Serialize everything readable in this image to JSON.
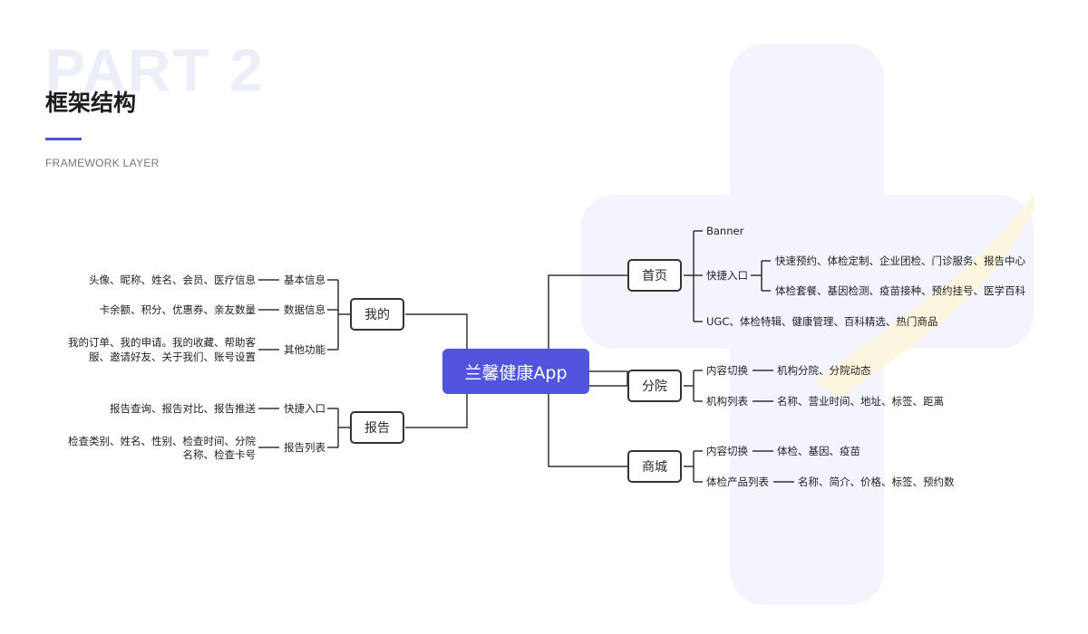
{
  "colors": {
    "accent": "#4a56d6",
    "center_fill": "#5155dd",
    "line": "#333333",
    "watermark": "#eceef9"
  },
  "header": {
    "watermark": "PART 2",
    "title": "框架结构",
    "subtitle": "FRAMEWORK LAYER"
  },
  "center": {
    "label": "兰馨健康App"
  },
  "left": {
    "mine": {
      "label": "我的",
      "basic": {
        "label": "基本信息",
        "detail": "头像、昵称、姓名、会员、医疗信息"
      },
      "data": {
        "label": "数据信息",
        "detail": "卡余额、积分、优惠券、亲友数量"
      },
      "other": {
        "label": "其他功能",
        "detail_line1": "我的订单、我的申请。我的收藏、帮助客",
        "detail_line2": "服、邀请好友、关于我们、账号设置"
      }
    },
    "report": {
      "label": "报告",
      "quick": {
        "label": "快捷入口",
        "detail": "报告查询、报告对比、报告推送"
      },
      "list": {
        "label": "报告列表",
        "detail_line1": "检查类别、姓名、性别、检查时间、分院",
        "detail_line2": "名称、检查卡号"
      }
    }
  },
  "right": {
    "home": {
      "label": "首页",
      "banner": "Banner",
      "quick": {
        "label": "快捷入口",
        "row1": "快速预约、体检定制、企业团检、门诊服务、报告中心",
        "row2": "体检套餐、基因检测、疫苗接种、预约挂号、医学百科"
      },
      "ugc": "UGC、体检特辑、健康管理、百科精选、热门商品"
    },
    "branch": {
      "label": "分院",
      "switch": {
        "label": "内容切换",
        "detail": "机构分院、分院动态"
      },
      "list": {
        "label": "机构列表",
        "detail": "名称、营业时间、地址、标签、距离"
      }
    },
    "mall": {
      "label": "商城",
      "switch": {
        "label": "内容切换",
        "detail": "体检、基因、疫苗"
      },
      "list": {
        "label": "体检产品列表",
        "detail": "名称、简介、价格、标签、预约数"
      }
    }
  }
}
